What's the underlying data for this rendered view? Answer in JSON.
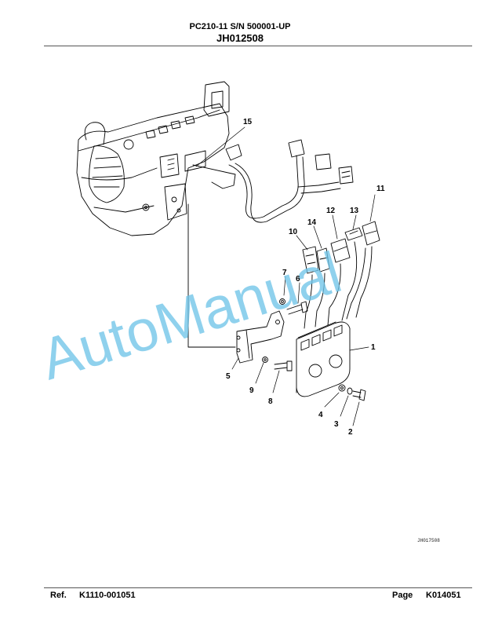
{
  "header": {
    "model": "PC210-11 S/N 500001-UP",
    "figure_number": "JH012508"
  },
  "watermark": "AutoManual",
  "image_code": "JH017508",
  "callouts": [
    "1",
    "2",
    "3",
    "4",
    "5",
    "6",
    "7",
    "8",
    "9",
    "10",
    "11",
    "12",
    "13",
    "14",
    "15"
  ],
  "footer": {
    "ref_label": "Ref.",
    "ref_value": "K1110-001051",
    "page_label": "Page",
    "page_value": "K014051"
  },
  "colors": {
    "watermark": "#6fc4e8",
    "line": "#000000"
  }
}
